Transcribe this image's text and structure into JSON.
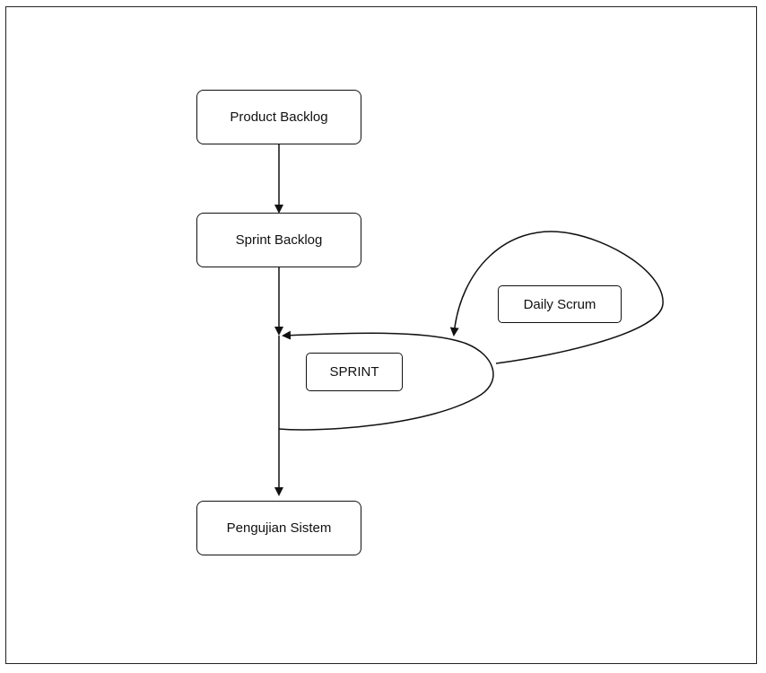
{
  "diagram": {
    "nodes": {
      "product_backlog": "Product Backlog",
      "sprint_backlog": "Sprint Backlog",
      "daily_scrum": "Daily Scrum",
      "sprint": "SPRINT",
      "system_testing": "Pengujian Sistem"
    },
    "edges": [
      {
        "from": "Product Backlog",
        "to": "Sprint Backlog"
      },
      {
        "from": "Sprint Backlog",
        "to": "SPRINT"
      },
      {
        "from": "SPRINT",
        "to": "Pengujian Sistem"
      },
      {
        "from": "Daily Scrum",
        "to": "SPRINT"
      }
    ]
  }
}
